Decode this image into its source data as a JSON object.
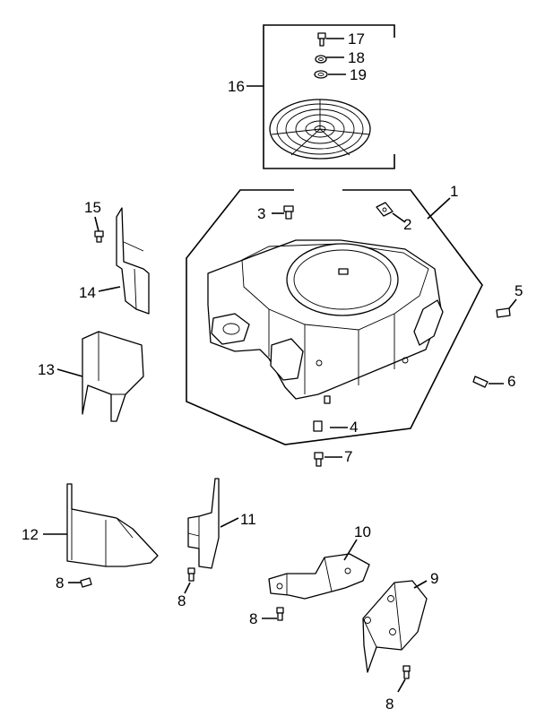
{
  "callouts": [
    {
      "id": "c1",
      "text": "1"
    },
    {
      "id": "c2",
      "text": "2"
    },
    {
      "id": "c3",
      "text": "3"
    },
    {
      "id": "c4",
      "text": "4"
    },
    {
      "id": "c5",
      "text": "5"
    },
    {
      "id": "c6",
      "text": "6"
    },
    {
      "id": "c7",
      "text": "7"
    },
    {
      "id": "c8a",
      "text": "8"
    },
    {
      "id": "c8b",
      "text": "8"
    },
    {
      "id": "c8c",
      "text": "8"
    },
    {
      "id": "c8d",
      "text": "8"
    },
    {
      "id": "c9",
      "text": "9"
    },
    {
      "id": "c10",
      "text": "10"
    },
    {
      "id": "c11",
      "text": "11"
    },
    {
      "id": "c12",
      "text": "12"
    },
    {
      "id": "c13",
      "text": "13"
    },
    {
      "id": "c14",
      "text": "14"
    },
    {
      "id": "c15",
      "text": "15"
    },
    {
      "id": "c16",
      "text": "16"
    },
    {
      "id": "c17",
      "text": "17"
    },
    {
      "id": "c18",
      "text": "18"
    },
    {
      "id": "c19",
      "text": "19"
    }
  ]
}
